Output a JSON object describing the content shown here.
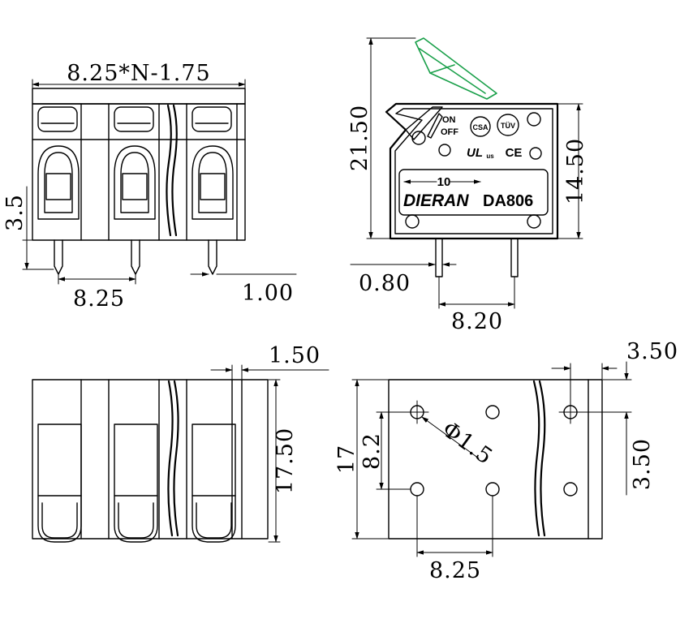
{
  "dimensions": {
    "total_width_formula": "8.25*N-1.75",
    "front_pitch": "8.25",
    "front_pin_height": "3.5",
    "front_pin_width": "1.00",
    "side_height": "21.50",
    "side_body_height": "14.50",
    "side_pin_width": "0.80",
    "side_pin_spacing": "8.20",
    "top_lip": "1.50",
    "top_depth": "17.50",
    "bottom_offset_x": "3.50",
    "bottom_offset_y": "3.50",
    "bottom_depth": "17",
    "bottom_hole_spacing_y": "8.2",
    "bottom_hole_diameter": "Φ1.5",
    "bottom_pitch": "8.25"
  },
  "label": {
    "on": "ON",
    "off": "OFF",
    "cert_csa": "CSA",
    "cert_tuv": "TÜV",
    "cert_ul": "UL",
    "cert_us": "us",
    "cert_ce": "CE",
    "arrow_value": "10",
    "brand": "DIERAN",
    "model": "DA806"
  },
  "colors": {
    "line": "#000000",
    "lever": "#1aa04a",
    "background": "#ffffff"
  }
}
